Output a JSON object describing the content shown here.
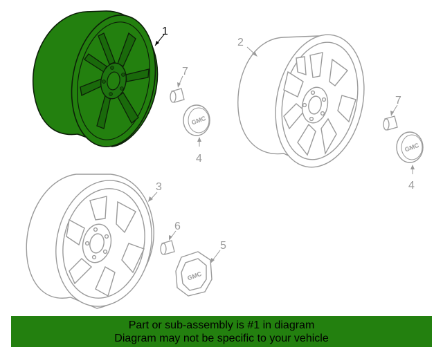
{
  "diagram": {
    "callouts": {
      "c1": "1",
      "c2": "2",
      "c3": "3",
      "c4a": "4",
      "c4b": "4",
      "c5": "5",
      "c6": "6",
      "c7a": "7",
      "c7b": "7"
    },
    "cap_logo": "GMC",
    "highlighted_part": "1",
    "colors": {
      "highlight": "#23800f",
      "highlight_stroke": "#0c1f08",
      "part_stroke": "#9a9a9a",
      "banner_bg": "#23800f"
    }
  },
  "banner": {
    "line1": "Part or sub-assembly is #1 in diagram",
    "line2": "Diagram may not be specific to your vehicle"
  }
}
